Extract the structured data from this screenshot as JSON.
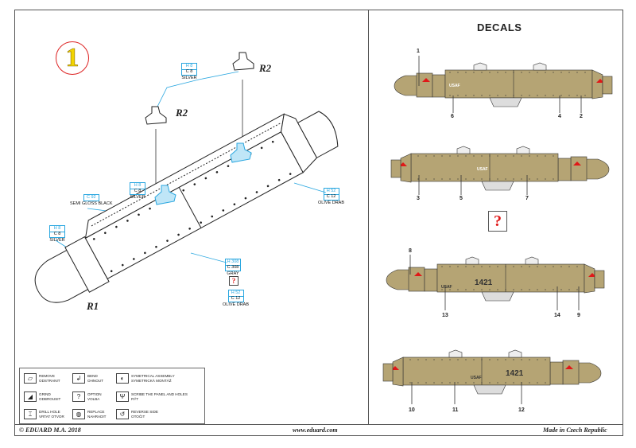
{
  "step": {
    "number": "1"
  },
  "assembly": {
    "parts": {
      "r1": "R1",
      "r2a": "R2",
      "r2b": "R2"
    },
    "callouts": [
      {
        "h": "H 8",
        "c": "C 8",
        "name": "SILVER"
      },
      {
        "h": "H 8",
        "c": "C 8",
        "name": "SILVER"
      },
      {
        "h": "C 92",
        "name": "SEMI GLOSS BLACK"
      },
      {
        "h": "H 8",
        "c": "C 8",
        "name": "SILVER"
      },
      {
        "h": "H 52",
        "c": "C 12",
        "name": "OLIVE DRAB"
      },
      {
        "h": "H 308",
        "c": "C 308",
        "name": "GRAY"
      },
      {
        "h": "H 52",
        "c": "C 12",
        "name": "OLIVE DRAB"
      }
    ],
    "option_mark": "?"
  },
  "legend": [
    {
      "icon": "remove-icon",
      "glyph": "▱",
      "en": "REMOVE",
      "cz": "ODSTRANIT"
    },
    {
      "icon": "bend-icon",
      "glyph": "↲",
      "en": "BEND",
      "cz": "OHNOUT"
    },
    {
      "icon": "symmetrical-icon",
      "glyph": "◐",
      "en": "SYMETRICAL ASSEMBLY",
      "cz": "SYMETRICKÁ MONTÁŽ"
    },
    {
      "icon": "grind-icon",
      "glyph": "◢",
      "en": "GRIND",
      "cz": "ODBROUSIT"
    },
    {
      "icon": "option-icon",
      "glyph": "?",
      "en": "OPTION",
      "cz": "VOLBA"
    },
    {
      "icon": "scribe-icon",
      "glyph": "Ψ",
      "en": "SCRIBE THE PANEL AND HOLES",
      "cz": "RÝT"
    },
    {
      "icon": "drill-icon",
      "glyph": "⌶",
      "en": "DRILL HOLE",
      "cz": "VRTAT OTVOR"
    },
    {
      "icon": "replace-icon",
      "glyph": "◍",
      "en": "REPLACE",
      "cz": "NAHRADIT"
    },
    {
      "icon": "reverse-icon",
      "glyph": "↺",
      "en": "REVERSE SIDE",
      "cz": "OTOČIT"
    }
  ],
  "decals": {
    "title": "DECALS",
    "option_mark": "?",
    "views": [
      {
        "markings": [
          "USAF"
        ],
        "labels": [
          "1",
          "6",
          "4",
          "2"
        ]
      },
      {
        "markings": [
          "USAF"
        ],
        "labels": [
          "3",
          "5",
          "7"
        ]
      },
      {
        "markings": [
          "USAF",
          "1421"
        ],
        "labels": [
          "8",
          "13",
          "14",
          "9"
        ]
      },
      {
        "markings": [
          "USAF",
          "1421"
        ],
        "labels": [
          "10",
          "11",
          "12"
        ]
      }
    ]
  },
  "footer": {
    "copyright": "© EDUARD  M.A. 2018",
    "website": "www.eduard.com",
    "origin": "Made in Czech Republic"
  },
  "colors": {
    "accent": "#2aa7e0",
    "pod_tan": "#b5a474",
    "marker_red": "#e01818",
    "step_yellow": "#f2d400"
  }
}
